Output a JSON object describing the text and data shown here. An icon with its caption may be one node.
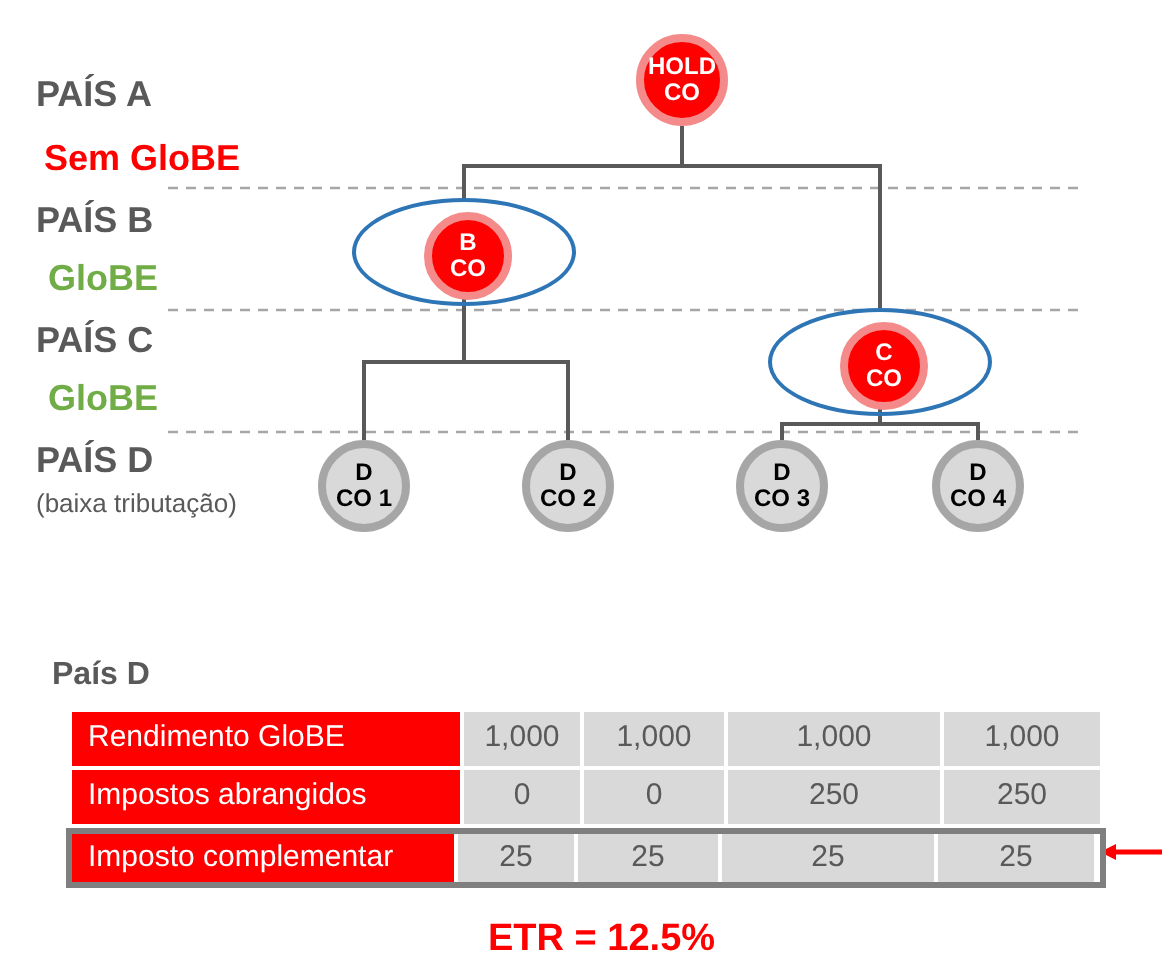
{
  "diagram": {
    "nodes": [
      {
        "text": [
          "HOLD",
          "CO"
        ]
      },
      {
        "text": [],
        "shape": "ellipse"
      },
      {
        "text": [
          "B",
          "CO"
        ],
        "in": 1
      },
      {
        "text": [],
        "shape": "ellipse"
      },
      {
        "text": [
          "C",
          "CO"
        ],
        "in": 3
      },
      {
        "text": [
          "D",
          "CO 1"
        ]
      },
      {
        "text": [
          "D",
          "CO 2"
        ]
      },
      {
        "text": [
          "D",
          "CO 3"
        ]
      },
      {
        "text": [
          "D",
          "CO 4"
        ]
      },
      {
        "text": [],
        "shape": "box"
      }
    ],
    "edges": [
      {
        "from": 0,
        "to": 1,
        "arrow": "none"
      },
      {
        "from": 0,
        "to": 3,
        "arrow": "none"
      },
      {
        "from": 2,
        "to": 5,
        "arrow": "none"
      },
      {
        "from": 2,
        "to": 6,
        "arrow": "none"
      },
      {
        "from": 4,
        "to": 7,
        "arrow": "none"
      },
      {
        "from": 4,
        "to": 8,
        "arrow": "none"
      },
      {
        "from": null,
        "to": 9,
        "arrow": "to",
        "color": "#ff0000"
      }
    ],
    "labels": [
      "PAÍS A",
      "Sem GloBE",
      "PAÍS B",
      "GloBE",
      "PAÍS C",
      "GloBE",
      "PAÍS D",
      "(baixa tributação)",
      "País D",
      "Rendimento GloBE",
      "1,000",
      "1,000",
      "1,000",
      "1,000",
      "Impostos abrangidos",
      "0",
      "0",
      "250",
      "250",
      "Imposto complementar",
      "25",
      "25",
      "25",
      "25",
      "ETR = 12.5%"
    ]
  }
}
